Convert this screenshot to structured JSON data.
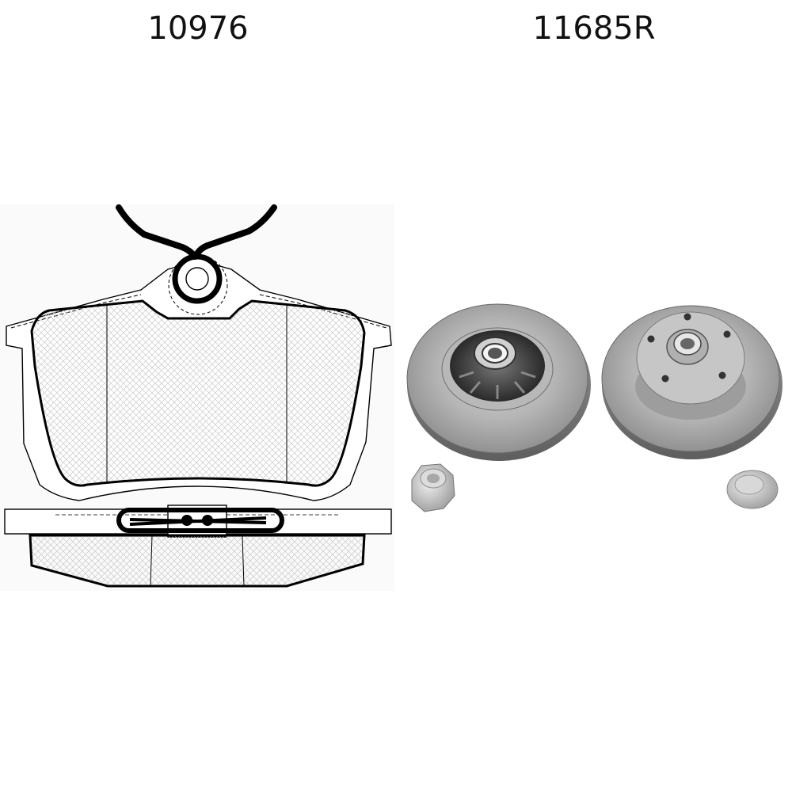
{
  "products": [
    {
      "code": "10976",
      "item": "brake-pad-set"
    },
    {
      "code": "11685R",
      "item": "brake-disc-with-bearing"
    }
  ],
  "colors": {
    "background": "#ffffff",
    "line": "#000000",
    "metal": "#9a9a9a"
  }
}
